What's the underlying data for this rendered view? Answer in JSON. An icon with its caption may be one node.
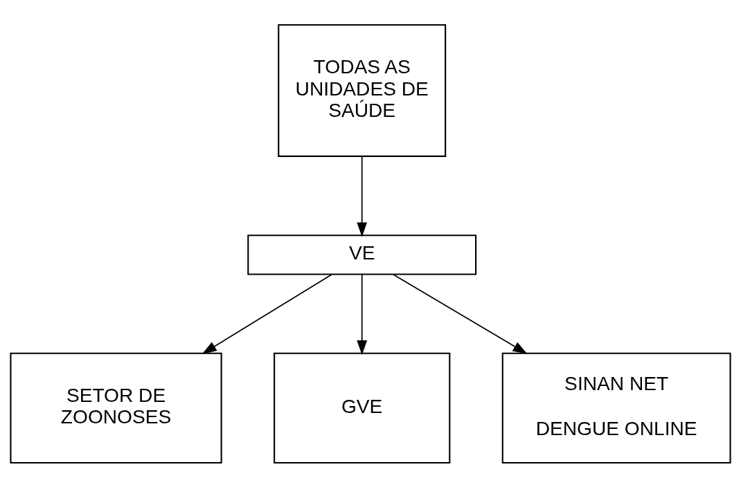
{
  "diagram": {
    "nodes": [
      {
        "text": [
          "TODAS AS UNIDADES DE SAÚDE"
        ]
      },
      {
        "text": [
          "VE"
        ]
      },
      {
        "text": [
          "SETOR DE ZOONOSES"
        ]
      },
      {
        "text": [
          "GVE"
        ]
      },
      {
        "text": [
          "SINAN NET",
          "DENGUE ONLINE"
        ]
      }
    ],
    "edges": [
      {
        "from": 0,
        "to": 1,
        "arrow": "to"
      },
      {
        "from": 1,
        "to": 2,
        "arrow": "to"
      },
      {
        "from": 1,
        "to": 3,
        "arrow": "to"
      },
      {
        "from": 1,
        "to": 4,
        "arrow": "to"
      }
    ]
  }
}
